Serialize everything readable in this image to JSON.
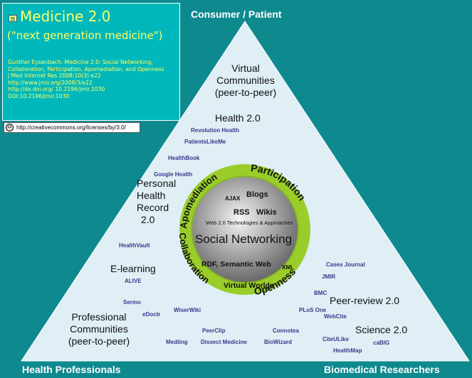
{
  "colors": {
    "background": "#0e8a8f",
    "triangle": "#dfeff5",
    "info_box": "#00b8bb",
    "info_text": "#ffff66",
    "ring": "#9acd2a",
    "site_text": "#3a3a8c"
  },
  "corners": {
    "top": "Consumer / Patient",
    "bottom_left": "Health Professionals",
    "bottom_right": "Biomedical Researchers"
  },
  "info": {
    "icon": "document-icon",
    "title": "Medicine 2.0",
    "subtitle": "(\"next generation medicine\")",
    "citation_lines": [
      "Gunther Eysenbach: Medicine 2.0: Social Networking, Collaboration, Participation, Apomediation, and Openness",
      "J Med Internet Res 2008;10(3):e22",
      "http://www.jmir.org/2008/3/e22",
      "http://dx.doi.org/ 10.2196/jmir.1030",
      "DOI:10.2196/jmir.1030"
    ]
  },
  "license": {
    "icon_text": "cc",
    "url": "http://creativecommons.org/licenses/by/3.0/"
  },
  "labels": {
    "virtual_communities": [
      "Virtual",
      "Communities",
      "(peer-to-peer)"
    ],
    "health20": "Health 2.0",
    "phr": [
      "Personal",
      "Health",
      "Record",
      "2.0"
    ],
    "elearning": "E-learning",
    "professional_communities": [
      "Professional",
      "Communities",
      "(peer-to-peer)"
    ],
    "peer_review": "Peer-review 2.0",
    "science": "Science 2.0"
  },
  "sites": {
    "revolution_health": "Revolution Health",
    "patientslikeme": "PatientsLikeMe",
    "healthbook": "HealthBook",
    "google_health": "Google Health",
    "healthvault": "HealthVault",
    "alive": "ALIVE",
    "sermo": "Sermo",
    "edoctr": "eDoctr",
    "wiserwiki": "WiserWiki",
    "peerclip": "PeerClip",
    "medting": "Medting",
    "dissect_medicine": "Dissect Medicine",
    "connotea": "Connotea",
    "biowizard": "BioWizard",
    "citeulike": "CiteULike",
    "healthmap": "HealthMap",
    "cabig": "caBIG",
    "cases_journal": "Cases Journal",
    "jmir": "JMIR",
    "bmc": "BMC",
    "plos_one": "PLoS One",
    "webcite": "WebCite"
  },
  "ring": {
    "apomediation": "Apomediation",
    "participation": "Participation",
    "collaboration": "Collaboration",
    "openness": "Openness"
  },
  "inner": {
    "blogs": "Blogs",
    "ajax": "AJAX",
    "rss": "RSS",
    "wikis": "Wikis",
    "web20": "Web 2.0 Technologies & Approaches",
    "social_networking": "Social Networking",
    "rdf": "RDF, Semantic Web",
    "xml": "XML",
    "virtual_worlds": "Virtual Worlds"
  }
}
